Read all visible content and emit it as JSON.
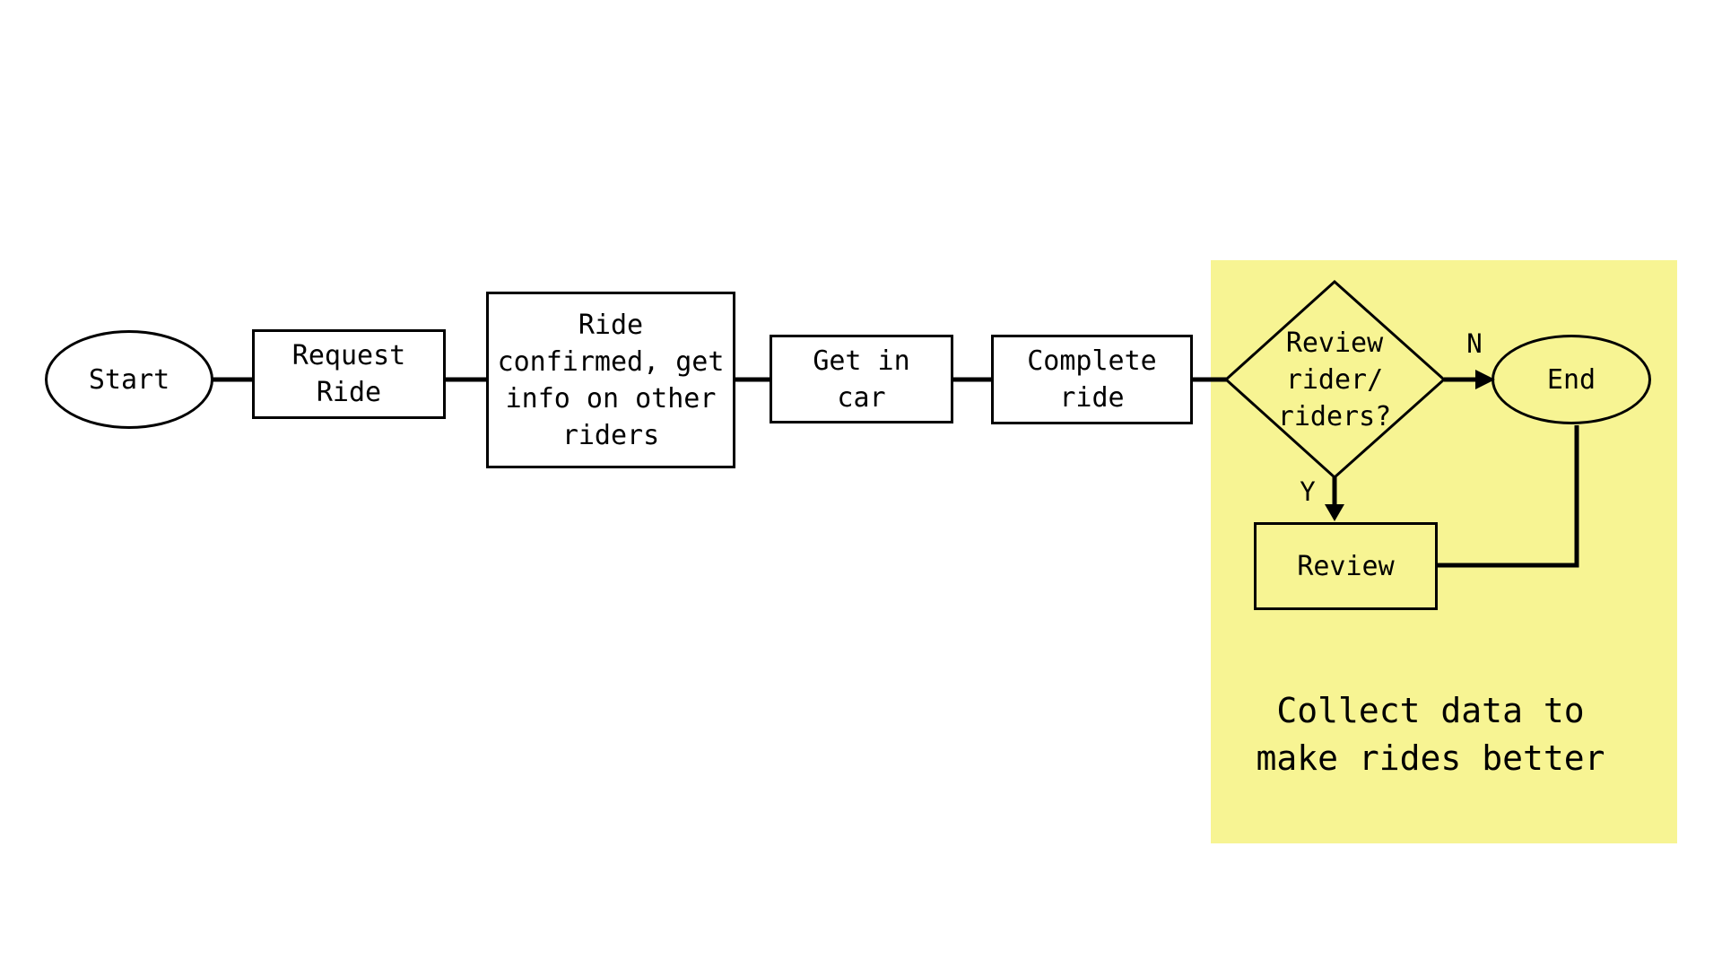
{
  "diagram": {
    "background_color": "#ffffff",
    "highlight_color": "#f7f493",
    "line_color": "#000000",
    "nodes": {
      "start": {
        "type": "terminator",
        "label": "Start"
      },
      "request_ride": {
        "type": "process",
        "label": "Request\nRide"
      },
      "ride_confirmed": {
        "type": "process",
        "label": "Ride\nconfirmed, get\ninfo on other\nriders"
      },
      "get_in_car": {
        "type": "process",
        "label": "Get in\ncar"
      },
      "complete_ride": {
        "type": "process",
        "label": "Complete\nride"
      },
      "review_decision": {
        "type": "decision",
        "label": "Review\nrider/\nriders?"
      },
      "end": {
        "type": "terminator",
        "label": "End"
      },
      "review": {
        "type": "process",
        "label": "Review"
      }
    },
    "edge_labels": {
      "no": "N",
      "yes": "Y"
    },
    "annotation": {
      "label": "Collect data to\nmake rides better"
    }
  }
}
